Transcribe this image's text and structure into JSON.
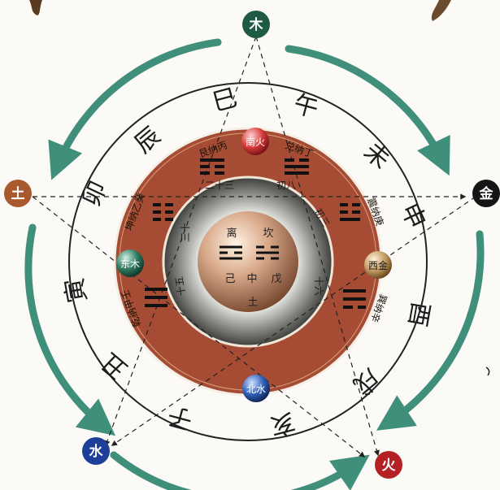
{
  "colors": {
    "wood": "#1f5a44",
    "metal": "#151515",
    "earth": "#a85a2e",
    "water": "#1d3f9a",
    "fire": "#b52025",
    "ring_brown": "#a64c35",
    "arrow_teal": "#3f8f7a"
  },
  "elements": {
    "wood": "木",
    "metal": "金",
    "earth": "土",
    "water": "水",
    "fire": "火"
  },
  "branches": {
    "si": "巳",
    "wu": "午",
    "wei": "未",
    "chen": "辰",
    "shen": "申",
    "mao": "卯",
    "you": "酉",
    "yin": "寅",
    "xu": "戌",
    "chou": "丑",
    "zi": "子",
    "hai": "亥"
  },
  "directions": {
    "south_fire": "南火",
    "east_wood": "东木",
    "west_metal": "西金",
    "north_water": "北水"
  },
  "trigram_labels": {
    "gen": "艮纳丙",
    "dui": "兑纳丁",
    "kun": "坤纳乙癸",
    "zhen": "震纳庚",
    "qian": "乾纳甲壬",
    "xun": "巽纳辛"
  },
  "moon_days": {
    "d23": "二十三",
    "d8": "初八",
    "d3": "初三",
    "d30": "三十",
    "d15": "十五",
    "d16": "十六"
  },
  "center": {
    "li": "离",
    "kan": "坎",
    "ji": "己",
    "zhong": "中",
    "wu": "戊",
    "tu": "土"
  },
  "icons": [
    "arrow-cycle-icon",
    "trigram-icon",
    "hexagram-line-icon"
  ]
}
